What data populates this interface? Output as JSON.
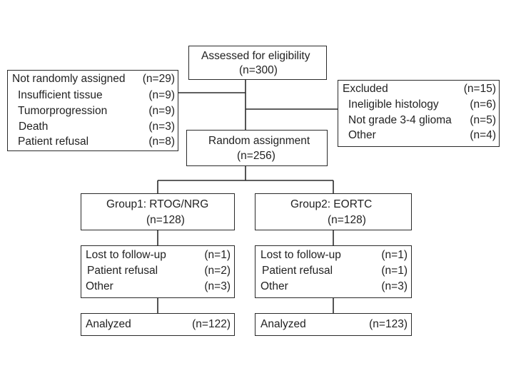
{
  "assessed": {
    "label": "Assessed for eligibility",
    "count": "(n=300)"
  },
  "not_randomized": {
    "title": "Not randomly assigned",
    "title_count": "(n=29)",
    "items": [
      {
        "label": "Insufficient tissue",
        "count": "(n=9)"
      },
      {
        "label": "Tumorprogression",
        "count": "(n=9)"
      },
      {
        "label": "Death",
        "count": "(n=3)"
      },
      {
        "label": "Patient refusal",
        "count": "(n=8)"
      }
    ]
  },
  "excluded": {
    "title": "Excluded",
    "title_count": "(n=15)",
    "items": [
      {
        "label": "Ineligible histology",
        "count": "(n=6)"
      },
      {
        "label": "Not grade 3-4 glioma",
        "count": "(n=5)"
      },
      {
        "label": "Other",
        "count": "(n=4)"
      }
    ]
  },
  "random_assignment": {
    "label": "Random assignment",
    "count": "(n=256)"
  },
  "group1": {
    "label": "Group1: RTOG/NRG",
    "count": "(n=128)",
    "lost": [
      {
        "label": "Lost to follow-up",
        "count": "(n=1)"
      },
      {
        "label": "Patient refusal",
        "count": "(n=2)"
      },
      {
        "label": "Other",
        "count": "(n=3)"
      }
    ],
    "analyzed": {
      "label": "Analyzed",
      "count": "(n=122)"
    }
  },
  "group2": {
    "label": "Group2: EORTC",
    "count": "(n=128)",
    "lost": [
      {
        "label": "Lost to follow-up",
        "count": "(n=1)"
      },
      {
        "label": "Patient refusal",
        "count": "(n=1)"
      },
      {
        "label": "Other",
        "count": "(n=3)"
      }
    ],
    "analyzed": {
      "label": "Analyzed",
      "count": "(n=123)"
    }
  }
}
